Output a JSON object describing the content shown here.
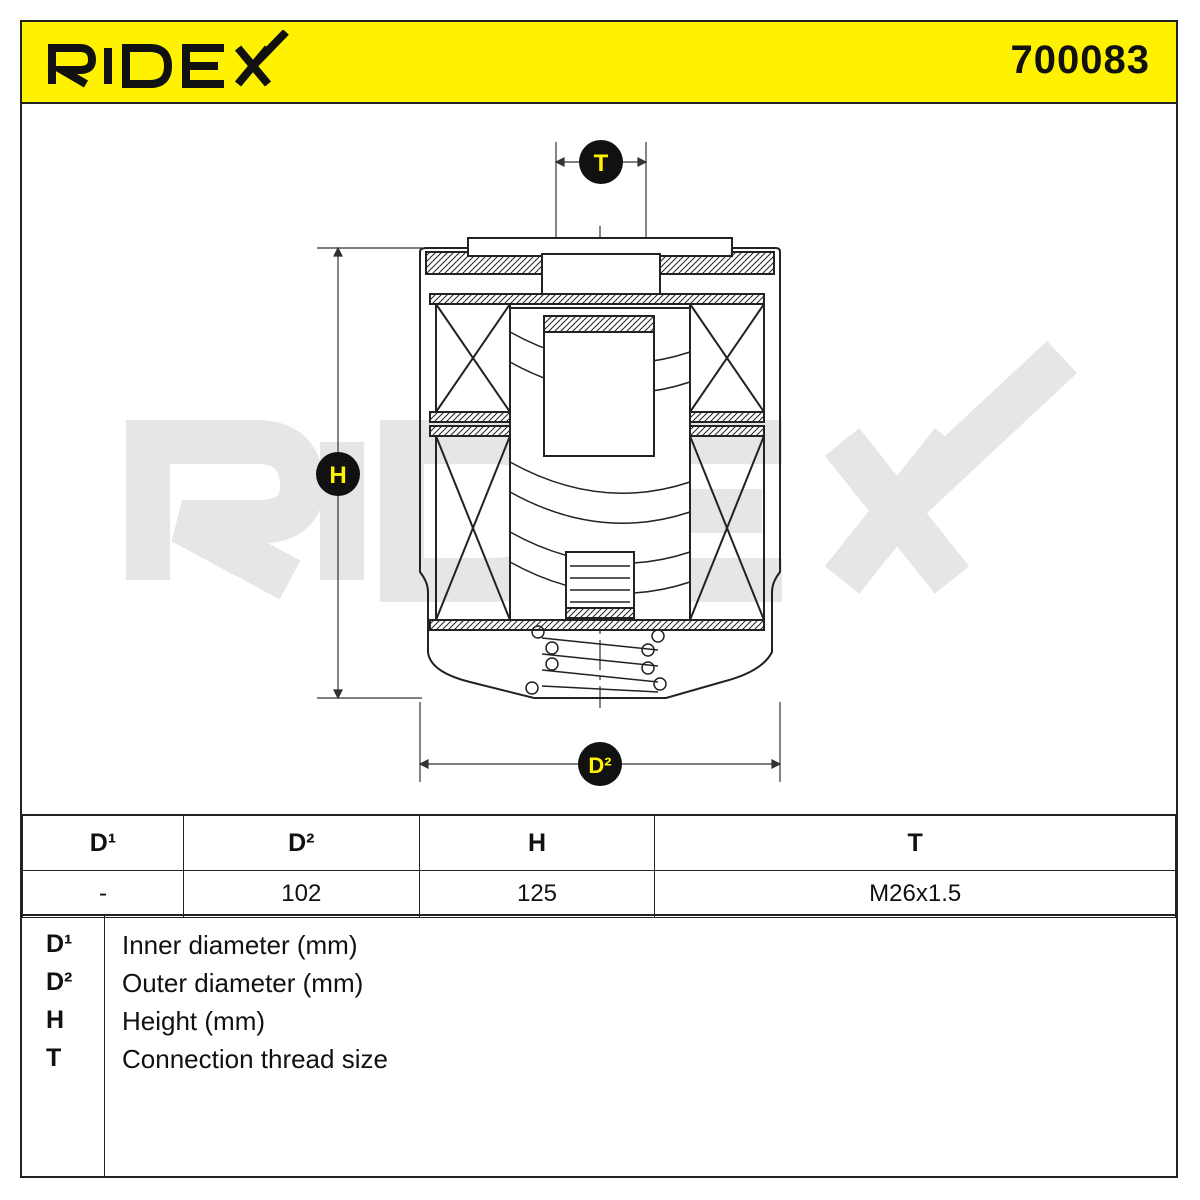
{
  "header": {
    "brand": "RIDEX",
    "part_number": "700083"
  },
  "drawing": {
    "watermark": "RIDEX",
    "markers": {
      "t": "T",
      "h": "H",
      "d2": "D²"
    }
  },
  "spec_table": {
    "headers": [
      "D¹",
      "D²",
      "H",
      "T"
    ],
    "values": [
      "-",
      "102",
      "125",
      "M26x1.5"
    ]
  },
  "legend": [
    {
      "symbol": "D¹",
      "description": "Inner diameter (mm)"
    },
    {
      "symbol": "D²",
      "description": "Outer diameter (mm)"
    },
    {
      "symbol": "H",
      "description": "Height (mm)"
    },
    {
      "symbol": "T",
      "description": "Connection thread size"
    }
  ],
  "colors": {
    "brand_yellow": "#fff200",
    "marker_fill": "#111111",
    "marker_text": "#fff200",
    "watermark": "#e6e6e6"
  }
}
